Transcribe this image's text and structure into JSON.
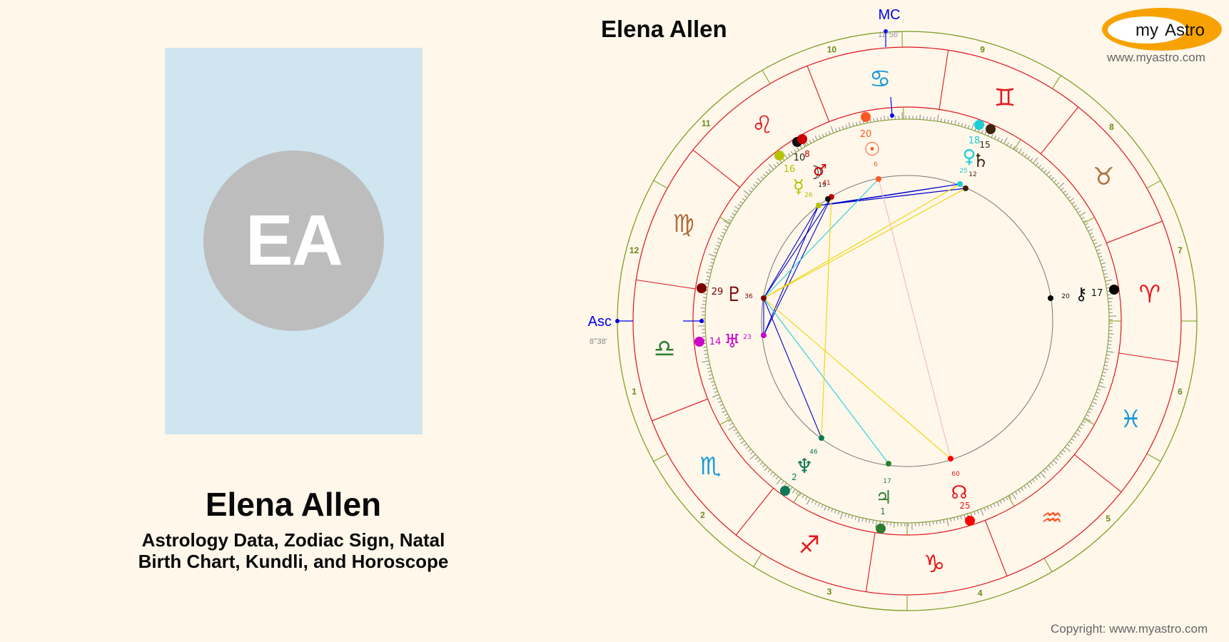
{
  "profile": {
    "initials": "EA",
    "name": "Elena Allen",
    "subtitle_line1": "Astrology Data, Zodiac Sign, Natal",
    "subtitle_line2": "Birth Chart, Kundli, and Horoscope"
  },
  "chart": {
    "title": "Elena Allen",
    "mc_label": "MC",
    "mc_degree": "11°56'",
    "asc_label": "Asc",
    "asc_degree": "8°38'"
  },
  "branding": {
    "logo_my": "my",
    "logo_astro": "Astro",
    "logo_url": "www.myastro.com",
    "copyright": "Copyright: www.myastro.com",
    "accent_color": "#f7a200"
  },
  "chart_data": {
    "type": "natal-wheel",
    "title": "Elena Allen",
    "angles": {
      "ascendant": "8°38' Libra",
      "midheaven": "11°56' Cancer"
    },
    "houses": [
      "1",
      "2",
      "3",
      "4",
      "5",
      "6",
      "7",
      "8",
      "9",
      "10",
      "11",
      "12"
    ],
    "signs": [
      "Aries",
      "Taurus",
      "Gemini",
      "Cancer",
      "Leo",
      "Virgo",
      "Libra",
      "Scorpio",
      "Sagittarius",
      "Capricorn",
      "Aquarius",
      "Pisces"
    ],
    "planets": [
      {
        "name": "Sun",
        "glyph": "☉",
        "deg": "20",
        "min": "6",
        "color": "#ff5722"
      },
      {
        "name": "Moon",
        "glyph": "☽",
        "deg": "10",
        "min": "19",
        "color": "#222222"
      },
      {
        "name": "Mars",
        "glyph": "♂",
        "deg": "8",
        "min": "41",
        "color": "#cc0000"
      },
      {
        "name": "Mercury",
        "glyph": "☿",
        "deg": "16",
        "min": "26",
        "color": "#b5c200"
      },
      {
        "name": "Venus",
        "glyph": "♀",
        "deg": "18",
        "min": "25",
        "color": "#1ccfd6"
      },
      {
        "name": "Saturn",
        "glyph": "♄",
        "deg": "15",
        "min": "12",
        "color": "#4a2a10"
      },
      {
        "name": "Pluto",
        "glyph": "♇",
        "deg": "29",
        "min": "36",
        "color": "#7a0000"
      },
      {
        "name": "Uranus",
        "glyph": "♅",
        "deg": "14",
        "min": "23",
        "color": "#cc00cc"
      },
      {
        "name": "Neptune",
        "glyph": "♆",
        "deg": "2",
        "min": "46",
        "color": "#0c7a55"
      },
      {
        "name": "Jupiter",
        "glyph": "♃",
        "deg": "1",
        "min": "17",
        "color": "#2e7d32"
      },
      {
        "name": "North Node",
        "glyph": "☊",
        "deg": "25",
        "min": "60",
        "color": "#e8161e"
      },
      {
        "name": "Chiron",
        "glyph": "⚷",
        "deg": "17",
        "min": "20",
        "color": "#111111"
      }
    ]
  }
}
